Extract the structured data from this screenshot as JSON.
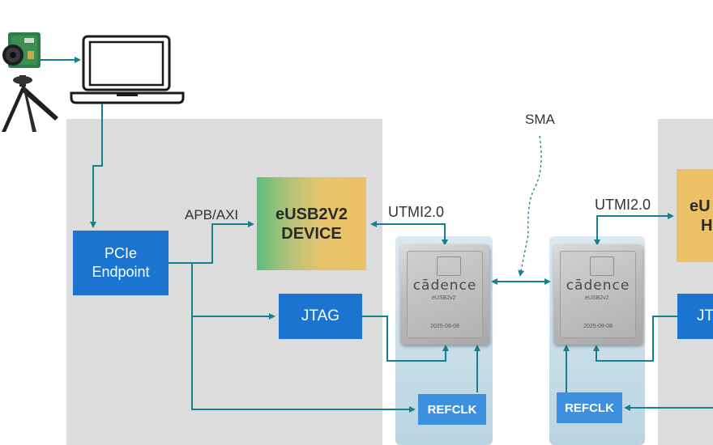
{
  "blocks": {
    "pcie": {
      "line1": "PCIe",
      "line2": "Endpoint"
    },
    "eusb_device": {
      "line1": "eUSB2V2",
      "line2": "DEVICE"
    },
    "eusb_host": {
      "line1": "eU",
      "line2": "H"
    },
    "jtag_left": "JTAG",
    "jtag_right": "JT",
    "refclk_left": "REFCLK",
    "refclk_right": "REFCLK"
  },
  "labels": {
    "apb_axi": "APB/AXI",
    "utmi_left": "UTMI2.0",
    "utmi_right": "UTMI2.0",
    "sma": "SMA"
  },
  "chips": {
    "left": {
      "brand": "cādence",
      "part": "eUSB2v2",
      "date": "2025-09-08"
    },
    "right": {
      "brand": "cādence",
      "part": "eUSB2v2",
      "date": "2025-09-08"
    }
  },
  "colors": {
    "wire": "#17808e",
    "block_blue": "#1b75d0",
    "refclk_blue": "#3d8fe0",
    "panel_gray": "#dcdcdc",
    "eusb_gold": "#ecc064",
    "eusb_green": "#5cbf7a"
  },
  "icons": {
    "camera": "camera-on-tripod-icon",
    "laptop": "laptop-icon"
  }
}
